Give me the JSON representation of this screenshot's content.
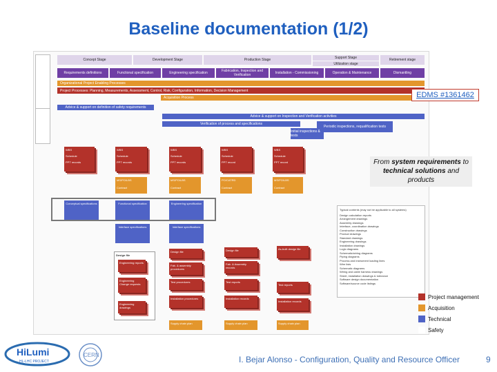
{
  "slide": {
    "title": "Baseline documentation (1/2)",
    "edms_link": "EDMS #1361462",
    "note_prefix": "From ",
    "note_bold_1": "system requirements",
    "note_mid": " to ",
    "note_bold_2": "technical solutions",
    "note_suffix": " and products",
    "footer": "I. Bejar Alonso -  Configuration, Quality and Resource Officer",
    "page_number": "9"
  },
  "legend": {
    "items": [
      {
        "label": "Project management",
        "color": "#b3322a"
      },
      {
        "label": "Acquisition",
        "color": "#e3962c"
      },
      {
        "label": "Technical",
        "color": "#4f63c6"
      },
      {
        "label": "Safety",
        "color": "#ffffff"
      }
    ]
  },
  "colors": {
    "title": "#1f5fbf",
    "purple": "#6f3fa5",
    "orange": "#e3962c",
    "red": "#b3322a",
    "blue": "#4f63c6"
  },
  "diagram": {
    "stages": [
      "Concept Stage",
      "Development Stage",
      "Production Stage",
      "Support Stage",
      "Retirement stage"
    ],
    "utilization": "Utilization stage",
    "activities": [
      "Requirements definitions",
      "Functional specification",
      "Engineering specification",
      "Fabrication, Inspection and Verification",
      "Installation - Commissioning",
      "Operation & Maintenance",
      "Dismantling"
    ],
    "bar_org": "Organizational Project Enabling Processes",
    "bar_proc": "Project Processes: Planning, Measurements, Assessment, Control, Risk, Configuration, Information, Decision Management",
    "bar_acq": "Acquisition Process",
    "bar_safety": "Advice & support on definition of safety requirements",
    "bar_tech1": "Advice & support on Inspection and Verification activities",
    "bar_tech2": "Verification of process and specifications",
    "bar_tech3": "Periodic inspections, requalification tests",
    "bar_tech4": "Initial inspections & tests",
    "red_docs": [
      [
        "WBS",
        "Schedule",
        "PPT records"
      ],
      [
        "WBS",
        "Schedule",
        "PPT records"
      ],
      [
        "WBS",
        "Schedule",
        "PPT records"
      ],
      [
        "WBS",
        "Schedule",
        "PPT record"
      ],
      [
        "WBS",
        "Schedule",
        "PPT record"
      ]
    ],
    "orange_docs": [
      [
        "MS/PO/LBS",
        "Contract"
      ],
      [
        "MS/PO/LBS",
        "Contract"
      ],
      [
        "PO/CATRD",
        "Contract"
      ],
      [
        "MS/PO/LBS",
        "Contract"
      ]
    ],
    "blue_docs": [
      "Conceptual specifications",
      "Functional specification",
      "Engineering specification",
      "Interface specifications",
      "Interface specifications"
    ],
    "design_file": "Design file",
    "design_items": [
      "Engineering reports",
      "Engineering Change requests",
      "Engineering drawings"
    ],
    "mfg_items": [
      "Design file",
      "Fab. & assembly procedures",
      "Test procedures",
      "Installation procedures",
      "Supply chain plan"
    ],
    "prod_items": [
      "Design file",
      "Fab. & Assembly records",
      "Test reports",
      "Installation records",
      "Supply chain plan"
    ],
    "asbuilt": "As-built design file",
    "bullets": [
      "Typical contents (may not be applicable to all systems)",
      "Design calculation reports",
      "Arrangement drawings",
      "Assembly drawings",
      "Interface, coordination drawings",
      "Construction drawings",
      "Product drawings",
      "Standard drawings",
      "Engineering drawings",
      "Installation drawings",
      "Logic diagrams",
      "Schematic/wiring diagrams",
      "Piping diagrams",
      "Process and instrument loading lines",
      "Wire lists",
      "Schematic diagrams",
      "Wiring and cable harness drawings",
      "Sheet, installation drawings & tolerance",
      "Software design documentation",
      "Software/source code listings"
    ]
  }
}
